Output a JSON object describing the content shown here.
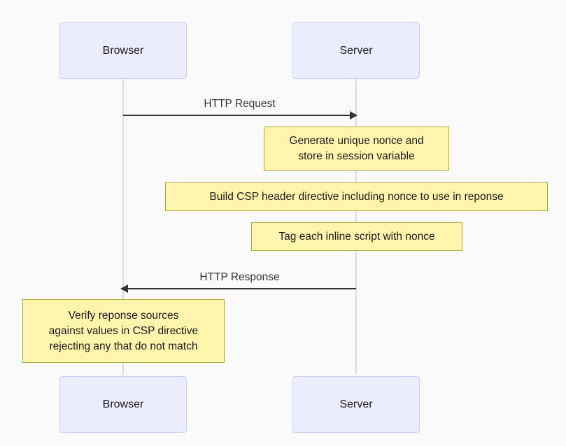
{
  "diagram": {
    "type": "sequence-diagram",
    "background_color": "#fafafa",
    "actor_fill": "#ececff",
    "actor_border": "#cdcdf5",
    "note_fill": "#fff5ad",
    "note_border": "#aaaa33",
    "line_color": "#333333",
    "lifeline_color": "#d9d9f3"
  },
  "actors": [
    {
      "id": "browser",
      "label": "Browser"
    },
    {
      "id": "server",
      "label": "Server"
    }
  ],
  "actors_bottom": [
    {
      "id": "browser-bottom",
      "label": "Browser"
    },
    {
      "id": "server-bottom",
      "label": "Server"
    }
  ],
  "messages": [
    {
      "id": "http-request",
      "label": "HTTP Request",
      "from": "browser",
      "to": "server",
      "direction": "right"
    },
    {
      "id": "http-response",
      "label": "HTTP Response",
      "from": "server",
      "to": "browser",
      "direction": "left"
    }
  ],
  "notes": [
    {
      "id": "note-generate-nonce",
      "over": "server",
      "text": "Generate unique nonce and\nstore in session variable"
    },
    {
      "id": "note-build-csp-header",
      "over": "server",
      "text": "Build CSP header directive including nonce to use in reponse"
    },
    {
      "id": "note-tag-inline-script",
      "over": "server",
      "text": "Tag each inline script with nonce"
    },
    {
      "id": "note-verify-response",
      "over": "browser",
      "text": "Verify reponse sources\nagainst values in CSP directive\nrejecting any that do not match"
    }
  ]
}
